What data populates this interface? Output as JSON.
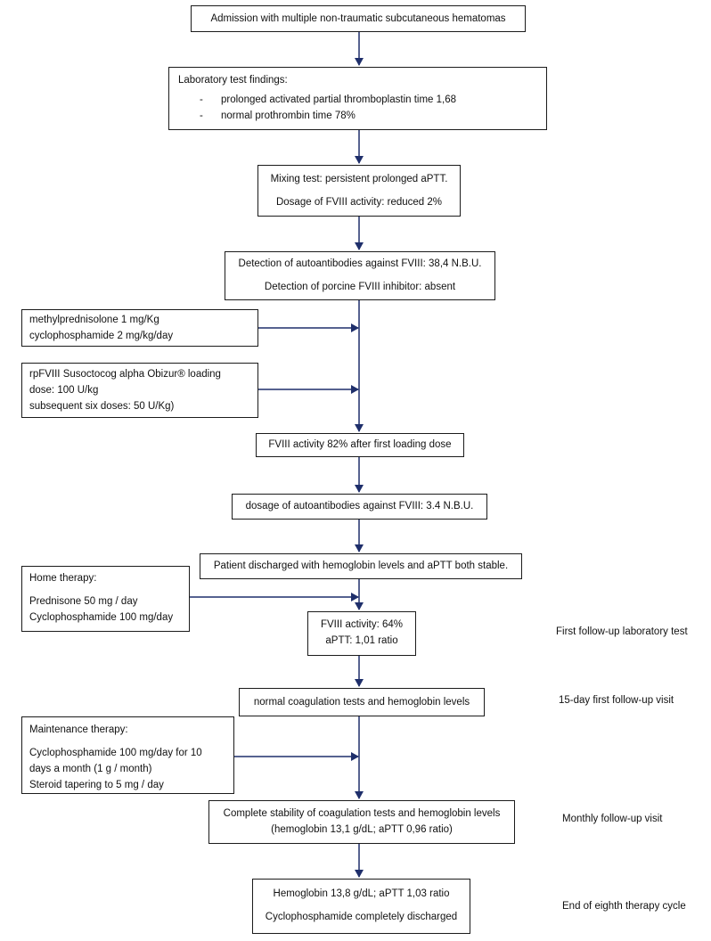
{
  "flow": {
    "admission": "Admission with multiple non-traumatic subcutaneous hematomas",
    "lab_title": "Laboratory test findings:",
    "lab_items": [
      "prolonged activated partial thromboplastin time 1,68",
      "normal prothrombin time 78%"
    ],
    "mixing": [
      "Mixing test: persistent prolonged aPTT.",
      "Dosage of FVIII activity: reduced 2%"
    ],
    "detection": [
      "Detection of autoantibodies against FVIII: 38,4 N.B.U.",
      "Detection of porcine FVIII inhibitor: absent"
    ],
    "fviii_82": "FVIII activity 82% after first loading dose",
    "dosage_autoab": "dosage of autoantibodies against FVIII: 3.4 N.B.U.",
    "discharged": "Patient discharged with hemoglobin levels and aPTT both stable.",
    "first_followup": [
      "FVIII activity: 64%",
      "aPTT: 1,01 ratio"
    ],
    "normal_coag": "normal coagulation tests and hemoglobin levels",
    "complete_stability": [
      "Complete stability of coagulation tests and hemoglobin levels",
      "(hemoglobin 13,1 g/dL; aPTT 0,96 ratio)"
    ],
    "final": [
      "Hemoglobin 13,8 g/dL; aPTT 1,03 ratio",
      "Cyclophosphamide completely discharged"
    ]
  },
  "therapies": {
    "steroids": [
      "methylprednisolone 1 mg/Kg",
      "cyclophosphamide 2 mg/kg/day"
    ],
    "rpfviii": [
      "rpFVIII Susoctocog alpha Obizur® loading",
      "dose: 100 U/kg",
      "subsequent six doses: 50 U/Kg)"
    ],
    "home_title": "Home therapy:",
    "home_items": [
      "Prednisone 50 mg / day",
      "Cyclophosphamide 100 mg/day"
    ],
    "maint_title": "Maintenance therapy:",
    "maint_items": [
      "Cyclophosphamide 100 mg/day for 10",
      "days a month (1 g / month)",
      "Steroid tapering to 5 mg / day"
    ]
  },
  "milestones": {
    "first_lab": "First follow-up laboratory test",
    "visit_15": "15-day first follow-up visit",
    "monthly": "Monthly follow-up visit",
    "end_cycle": "End of eighth therapy cycle"
  },
  "colors": {
    "arrow": "#1f2f6b",
    "border": "#1b1b1b"
  }
}
